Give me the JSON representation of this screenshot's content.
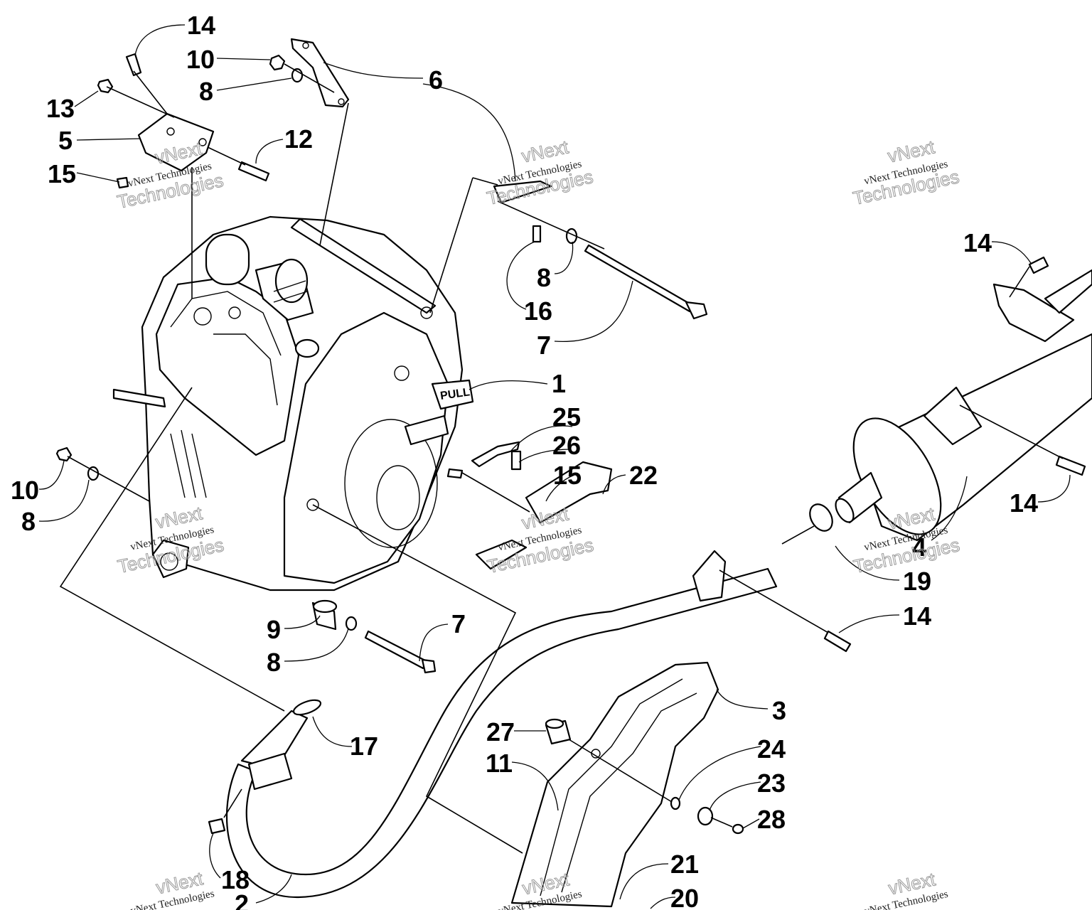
{
  "diagram": {
    "callouts": [
      {
        "id": "c14a",
        "label": "14"
      },
      {
        "id": "c10a",
        "label": "10"
      },
      {
        "id": "c8a",
        "label": "8"
      },
      {
        "id": "c6",
        "label": "6"
      },
      {
        "id": "c13",
        "label": "13"
      },
      {
        "id": "c5",
        "label": "5"
      },
      {
        "id": "c12",
        "label": "12"
      },
      {
        "id": "c15a",
        "label": "15"
      },
      {
        "id": "c8b",
        "label": "8"
      },
      {
        "id": "c16",
        "label": "16"
      },
      {
        "id": "c7a",
        "label": "7"
      },
      {
        "id": "c14b",
        "label": "14"
      },
      {
        "id": "c1",
        "label": "1"
      },
      {
        "id": "c25",
        "label": "25"
      },
      {
        "id": "c26",
        "label": "26"
      },
      {
        "id": "c15b",
        "label": "15"
      },
      {
        "id": "c22",
        "label": "22"
      },
      {
        "id": "c14c",
        "label": "14"
      },
      {
        "id": "c10b",
        "label": "10"
      },
      {
        "id": "c8c",
        "label": "8"
      },
      {
        "id": "c4",
        "label": "4"
      },
      {
        "id": "c19",
        "label": "19"
      },
      {
        "id": "c14d",
        "label": "14"
      },
      {
        "id": "c9",
        "label": "9"
      },
      {
        "id": "c7b",
        "label": "7"
      },
      {
        "id": "c8d",
        "label": "8"
      },
      {
        "id": "c3",
        "label": "3"
      },
      {
        "id": "c17",
        "label": "17"
      },
      {
        "id": "c27",
        "label": "27"
      },
      {
        "id": "c24",
        "label": "24"
      },
      {
        "id": "c11",
        "label": "11"
      },
      {
        "id": "c23",
        "label": "23"
      },
      {
        "id": "c28",
        "label": "28"
      },
      {
        "id": "c21",
        "label": "21"
      },
      {
        "id": "c18",
        "label": "18"
      },
      {
        "id": "c20",
        "label": "20"
      },
      {
        "id": "c2",
        "label": "2"
      }
    ],
    "pull_label": "PULL",
    "watermark": {
      "line1": "vNext Technologies",
      "line2": "vNext",
      "line3": "Technologies"
    }
  }
}
